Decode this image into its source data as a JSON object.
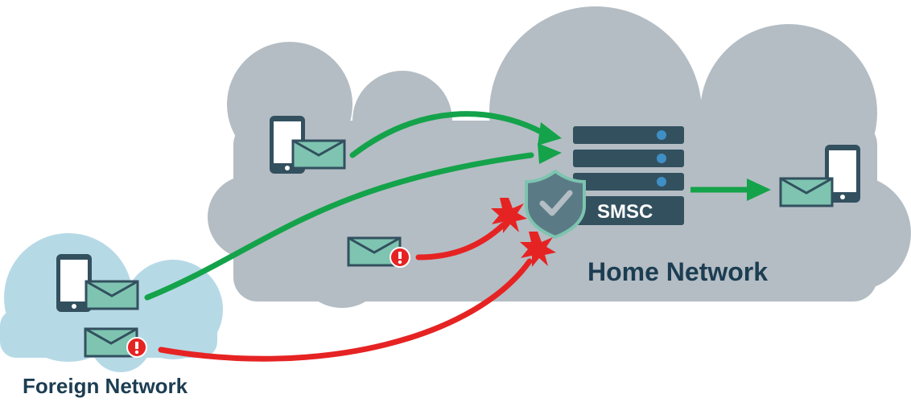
{
  "diagram": {
    "smsc_label": "SMSC",
    "home_network_label": "Home Network",
    "foreign_network_label": "Foreign Network"
  },
  "colors": {
    "home_cloud": "#b4bdc4",
    "foreign_cloud": "#b6d9e6",
    "accepted_arrow": "#14a34a",
    "blocked_arrow": "#e62323",
    "server": "#33505f",
    "envelope": "#7ec4b0",
    "device": "#33505f",
    "shield": "#5a7b86",
    "alert": "#e62323"
  },
  "icons": {
    "server": "server-icon",
    "shield": "shield-check-icon",
    "envelope": "envelope-icon",
    "phone": "phone-icon",
    "alert": "alert-icon",
    "blocked": "block-burst-icon"
  }
}
